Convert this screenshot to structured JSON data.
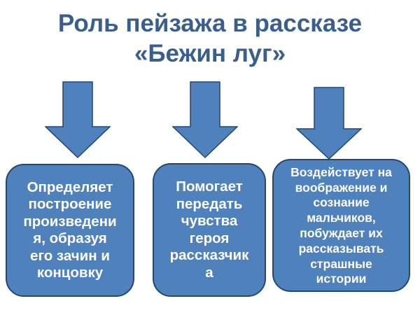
{
  "title": {
    "line1": "Роль пейзажа в рассказе",
    "line2": "«Бежин луг»"
  },
  "colors": {
    "title": "#3b5f8c",
    "fill": "#4f81bd",
    "stroke": "#26476f",
    "text": "#ffffff"
  },
  "arrows": [
    {
      "icon": "down-arrow-icon"
    },
    {
      "icon": "down-arrow-icon"
    },
    {
      "icon": "down-arrow-icon"
    }
  ],
  "boxes": [
    {
      "text": "Определяет\nпостроение\nпроизведени\nя, образуя\nего зачин и\nконцовку"
    },
    {
      "text": "Помогает\nпередать\nчувства\nгероя\nрассказчик\nа"
    },
    {
      "text": "Воздействует на\nвоображение и\nсознание\nмальчиков,\nпобуждает их\nрассказывать\nстрашные\nистории"
    }
  ]
}
